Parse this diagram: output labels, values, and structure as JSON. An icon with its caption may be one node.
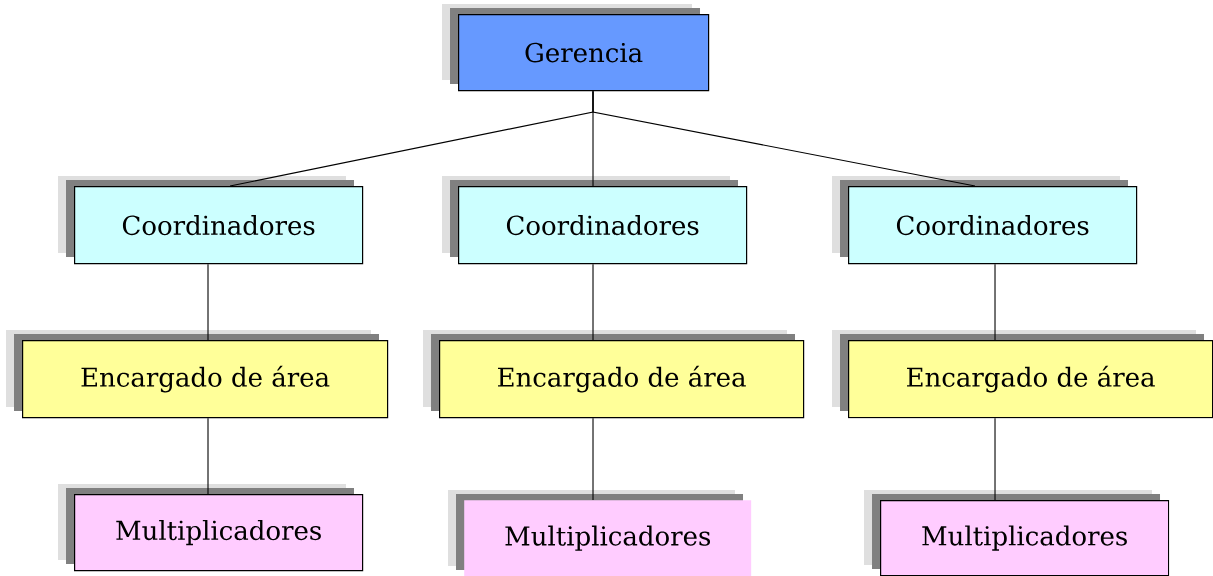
{
  "diagram": {
    "nodes": [
      {
        "text": [
          "Gerencia"
        ]
      },
      {
        "text": [
          "Coordinadores"
        ]
      },
      {
        "text": [
          "Coordinadores"
        ]
      },
      {
        "text": [
          "Coordinadores"
        ]
      },
      {
        "text": [
          "Encargado de área"
        ]
      },
      {
        "text": [
          "Encargado de área"
        ]
      },
      {
        "text": [
          "Encargado de área"
        ]
      },
      {
        "text": [
          "Multiplicadores"
        ]
      },
      {
        "text": [
          "Multiplicadores"
        ]
      },
      {
        "text": [
          "Multiplicadores"
        ]
      }
    ],
    "edges": [
      {
        "from": 0,
        "to": 1,
        "arrow": "none"
      },
      {
        "from": 0,
        "to": 2,
        "arrow": "none"
      },
      {
        "from": 0,
        "to": 3,
        "arrow": "none"
      },
      {
        "from": 1,
        "to": 4,
        "arrow": "none"
      },
      {
        "from": 2,
        "to": 5,
        "arrow": "none"
      },
      {
        "from": 3,
        "to": 6,
        "arrow": "none"
      },
      {
        "from": 4,
        "to": 7,
        "arrow": "none"
      },
      {
        "from": 5,
        "to": 8,
        "arrow": "none"
      },
      {
        "from": 6,
        "to": 9,
        "arrow": "none"
      }
    ]
  }
}
